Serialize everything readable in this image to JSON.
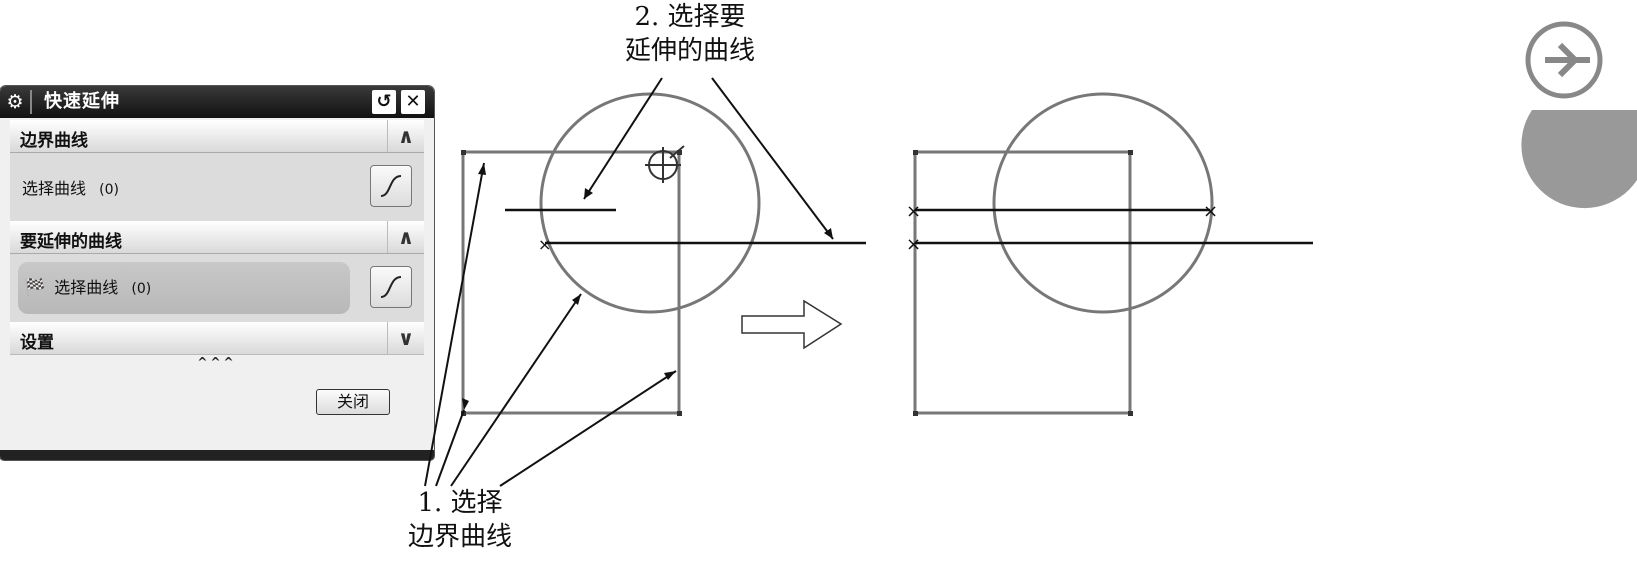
{
  "dialog": {
    "title": "快速延伸",
    "reset_icon": "reset-icon",
    "close_icon": "close-icon",
    "boundary_group": {
      "header": "边界曲线",
      "select_label": "选择曲线",
      "count": "(0)"
    },
    "extend_group": {
      "header": "要延伸的曲线",
      "select_label": "选择曲线",
      "count": "(0)"
    },
    "settings_group": {
      "header": "设置"
    },
    "more_indicator": "^^^",
    "close_button": "关闭"
  },
  "callouts": {
    "step2_line1": "2. 选择要",
    "step2_line2": "延伸的曲线",
    "step1_line1": "1. 选择",
    "step1_line2": "边界曲线"
  },
  "colors": {
    "geometry_gray": "#777777",
    "line_black": "#111111"
  }
}
